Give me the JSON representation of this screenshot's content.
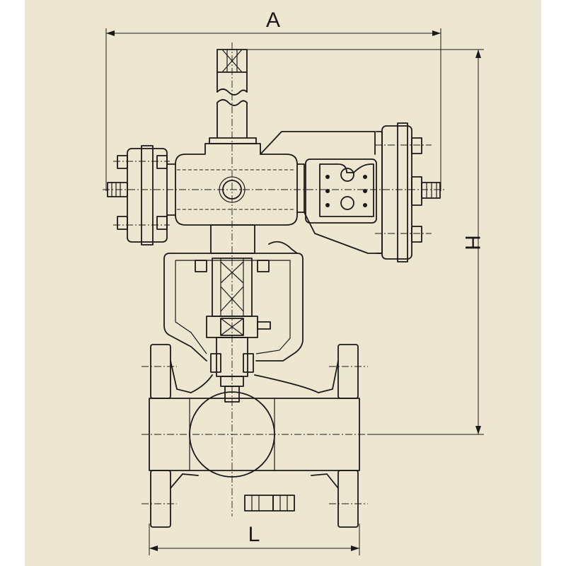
{
  "diagram": {
    "dimension_labels": {
      "width_overall": "A",
      "height": "H",
      "face_to_face": "L"
    },
    "colors": {
      "background": "#ede6d1",
      "line": "#1a1a1a"
    }
  }
}
